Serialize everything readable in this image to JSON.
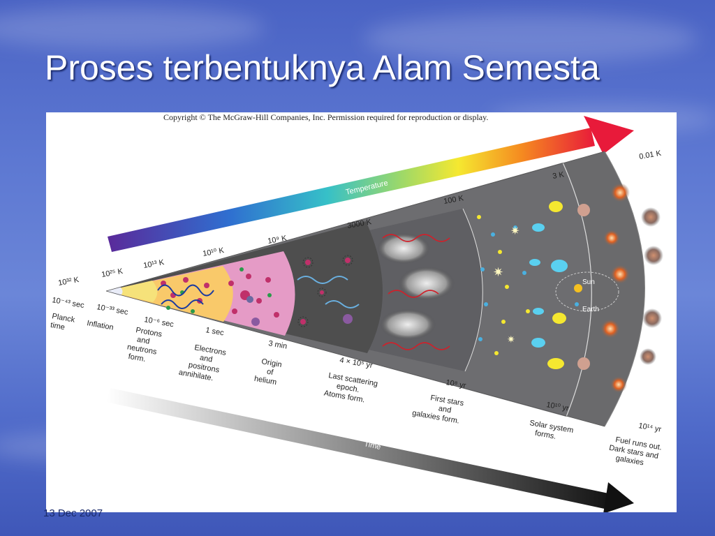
{
  "slide": {
    "title": "Proses terbentuknya Alam Semesta",
    "date": "13 Dec 2007"
  },
  "figure": {
    "copyright": "Copyright © The McGraw-Hill Companies, Inc. Permission required for reproduction or display.",
    "arrow_temperature": "Temperature",
    "arrow_time": "Time",
    "temperatures": [
      "10³² K",
      "10²⁵ K",
      "10¹³ K",
      "10¹⁰ K",
      "10⁹ K",
      "3000 K",
      "100 K",
      "3 K",
      "0.01 K"
    ],
    "times": [
      "10⁻⁴³ sec",
      "10⁻³³ sec",
      "10⁻⁶ sec",
      "1 sec",
      "3 min",
      "4 × 10⁵ yr",
      "10⁸ yr",
      "10¹⁰ yr",
      "10¹⁴ yr"
    ],
    "events": [
      [
        "Planck",
        "time"
      ],
      [
        "Inflation"
      ],
      [
        "Protons",
        "and",
        "neutrons",
        "form."
      ],
      [
        "Electrons",
        "and",
        "positrons",
        "annihilate."
      ],
      [
        "Origin",
        "of",
        "helium"
      ],
      [
        "Last scattering",
        "epoch.",
        "Atoms form."
      ],
      [
        "First stars",
        "and",
        "galaxies form."
      ],
      [
        "Solar system",
        "forms."
      ],
      [
        "Fuel runs out.",
        "Dark stars and",
        "galaxies"
      ]
    ],
    "sun_label": "Sun",
    "earth_label": "Earth",
    "colors": {
      "protons_band": "#e9ecf8",
      "electrons_band": "#f6e27a",
      "helium_band": "#f9c96a",
      "atoms_band": "#e59bc6",
      "scattering_band": "#4e4e4e",
      "stars_band": "#5f5f63",
      "solar_band": "#6d6d70",
      "dark_band": "#6a6a6c"
    }
  }
}
